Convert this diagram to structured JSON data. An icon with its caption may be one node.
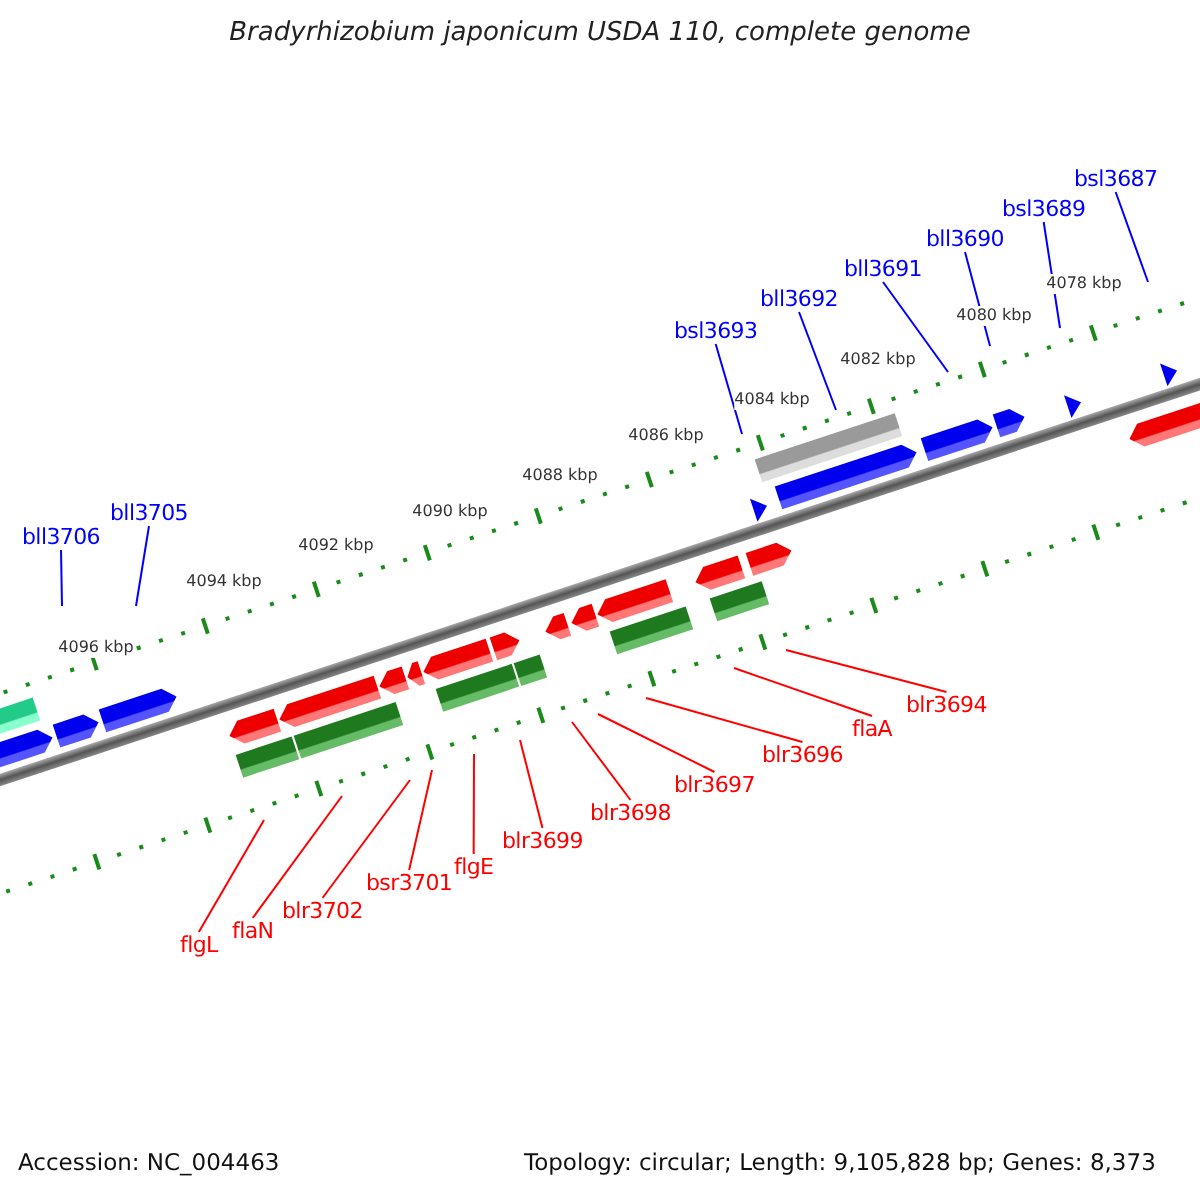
{
  "diagram": {
    "title": "Bradyrhizobium japonicum USDA 110, complete genome",
    "nodes": [
      {
        "text": [
          "bll3706"
        ]
      },
      {
        "text": [
          "bll3705"
        ]
      },
      {
        "text": [
          "bsl3693"
        ]
      },
      {
        "text": [
          "bll3692"
        ]
      },
      {
        "text": [
          "bll3691"
        ]
      },
      {
        "text": [
          "bll3690"
        ]
      },
      {
        "text": [
          "bsl3689"
        ]
      },
      {
        "text": [
          "bsl3687"
        ]
      },
      {
        "text": [
          "flgL"
        ]
      },
      {
        "text": [
          "flaN"
        ]
      },
      {
        "text": [
          "blr3702"
        ]
      },
      {
        "text": [
          "bsr3701"
        ]
      },
      {
        "text": [
          "flgE"
        ]
      },
      {
        "text": [
          "blr3699"
        ]
      },
      {
        "text": [
          "blr3698"
        ]
      },
      {
        "text": [
          "blr3697"
        ]
      },
      {
        "text": [
          "blr3696"
        ]
      },
      {
        "text": [
          "flaA"
        ]
      },
      {
        "text": [
          "blr3694"
        ]
      }
    ],
    "edges": [
      {
        "from": 0,
        "to": null,
        "arrow": "none",
        "color": "#0000ff"
      },
      {
        "from": 1,
        "to": null,
        "arrow": "none",
        "color": "#0000ff"
      },
      {
        "from": 2,
        "to": null,
        "arrow": "none",
        "color": "#0000ff"
      },
      {
        "from": 3,
        "to": null,
        "arrow": "none",
        "color": "#0000ff"
      },
      {
        "from": 4,
        "to": null,
        "arrow": "none",
        "color": "#0000ff"
      },
      {
        "from": 5,
        "to": null,
        "arrow": "none",
        "color": "#0000ff"
      },
      {
        "from": 6,
        "to": null,
        "arrow": "none",
        "color": "#0000ff"
      },
      {
        "from": 7,
        "to": null,
        "arrow": "none",
        "color": "#0000ff"
      },
      {
        "from": 8,
        "to": null,
        "arrow": "none"
      },
      {
        "from": 9,
        "to": null,
        "arrow": "none"
      },
      {
        "from": 10,
        "to": null,
        "arrow": "none"
      },
      {
        "from": 11,
        "to": null,
        "arrow": "none"
      },
      {
        "from": 12,
        "to": null,
        "arrow": "none"
      },
      {
        "from": 13,
        "to": null,
        "arrow": "none"
      },
      {
        "from": 14,
        "to": null,
        "arrow": "none"
      },
      {
        "from": 15,
        "to": null,
        "arrow": "none"
      },
      {
        "from": 16,
        "to": null,
        "arrow": "none"
      },
      {
        "from": 17,
        "to": null,
        "arrow": "none"
      },
      {
        "from": 18,
        "to": null,
        "arrow": "none"
      }
    ],
    "labels": [
      "4078 kbp",
      "4080 kbp",
      "4082 kbp",
      "4084 kbp",
      "4086 kbp",
      "4088 kbp",
      "4090 kbp",
      "4092 kbp",
      "4094 kbp",
      "4096 kbp",
      "Accession: NC_004463",
      "Topology: circular; Length: 9,105,828 bp; Genes: 8,373"
    ]
  }
}
